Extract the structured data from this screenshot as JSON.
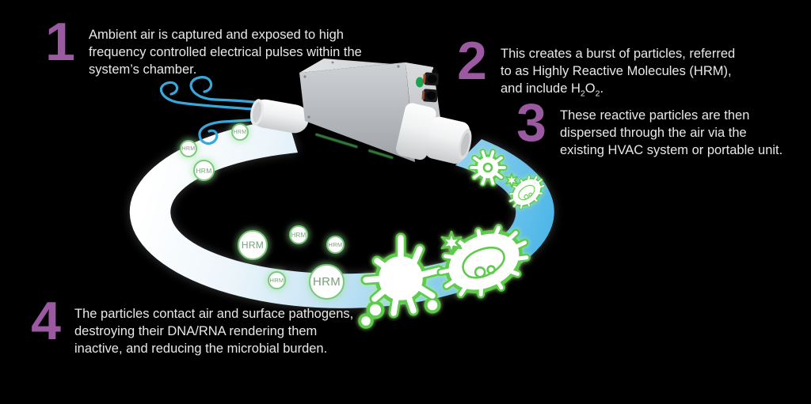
{
  "background_color": "#000000",
  "colors": {
    "step_number_purple": "#9a59a0",
    "step_text": "#e8e8e8",
    "wind_blue": "#38a8dc",
    "airflow_band_blue": "#4cb6e8",
    "pathogen_green": "#5ecb4d",
    "hrm_border_green": "#7cc87e",
    "device_gray": "#b9bcc0",
    "device_led_green": "#18a452"
  },
  "steps": [
    {
      "number": "1",
      "lines": [
        "Ambient air is captured and exposed to high",
        "frequency controlled electrical pulses within the",
        "system’s chamber."
      ]
    },
    {
      "number": "2",
      "lines": [
        "This creates a burst of particles, referred",
        "to as Highly Reactive Molecules (HRM),"
      ],
      "formula": {
        "prefix": "and include H",
        "sub1": "2",
        "mid": "O",
        "sub2": "2",
        "suffix": "."
      }
    },
    {
      "number": "3",
      "lines": [
        "These reactive particles are then",
        "dispersed through the air via the",
        "existing HVAC system or portable unit."
      ]
    },
    {
      "number": "4",
      "lines": [
        "The particles contact air and surface pathogens,",
        "destroying their DNA/RNA rendering them",
        "inactive, and reducing the microbial burden."
      ]
    }
  ],
  "hrm_particle": {
    "label": "HRM",
    "count": 8
  }
}
